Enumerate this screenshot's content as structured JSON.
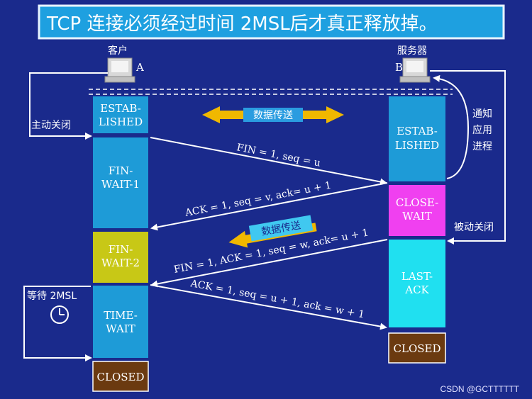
{
  "title": "TCP 连接必须经过时间 2MSL后才真正释放掉。",
  "client": {
    "name": "客户",
    "id": "A"
  },
  "server": {
    "name": "服务器",
    "id": "B"
  },
  "client_states": [
    {
      "line1": "ESTAB-",
      "line2": "LISHED",
      "color": "#1e9bd7"
    },
    {
      "line1": "FIN-",
      "line2": "WAIT-1",
      "color": "#1e9bd7"
    },
    {
      "line1": "FIN-",
      "line2": "WAIT-2",
      "color": "#c8c816"
    },
    {
      "line1": "TIME-",
      "line2": "WAIT",
      "color": "#1e9bd7"
    },
    {
      "line1": "CLOSED",
      "line2": "",
      "color": "#6b3a10"
    }
  ],
  "server_states": [
    {
      "line1": "ESTAB-",
      "line2": "LISHED",
      "color": "#1e9bd7"
    },
    {
      "line1": "CLOSE-",
      "line2": "WAIT",
      "color": "#f040f0"
    },
    {
      "line1": "LAST-",
      "line2": "ACK",
      "color": "#20e0f0"
    },
    {
      "line1": "CLOSED",
      "line2": "",
      "color": "#6b3a10"
    }
  ],
  "labels": {
    "active_close": "主动关闭",
    "passive_close": "被动关闭",
    "notify_app": [
      "通知",
      "应用",
      "进程"
    ],
    "data_transfer_1": "数据传送",
    "data_transfer_2": "数据传送",
    "wait_2msl": "等待 2MSL"
  },
  "messages": [
    "FIN = 1, seq = u",
    "ACK = 1, seq = v, ack= u + 1",
    "FIN = 1, ACK = 1, seq = w, ack= u + 1",
    "ACK = 1, seq = u + 1, ack = w + 1"
  ],
  "watermark": "CSDN @GCTTTTTT",
  "colors": {
    "background": "#1a2a8c",
    "title_bg": "#1ea0e0",
    "arrow_yellow": "#f0b800",
    "arrow_cyan": "#40c8f0",
    "line_white": "#ffffff"
  }
}
